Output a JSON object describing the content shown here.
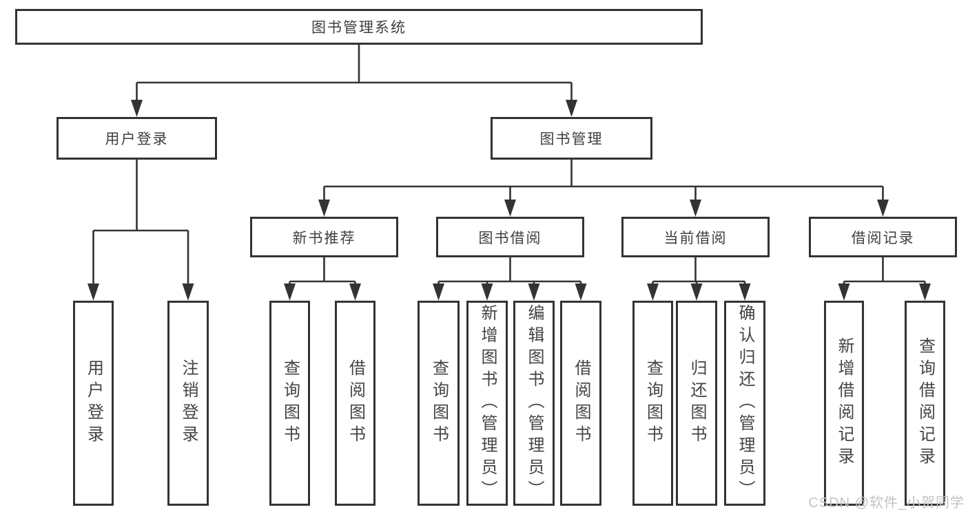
{
  "diagram": {
    "root": {
      "label": "图书管理系统"
    },
    "level2": [
      {
        "label": "用户登录"
      },
      {
        "label": "图书管理"
      }
    ],
    "level3": [
      {
        "label": "新书推荐"
      },
      {
        "label": "图书借阅"
      },
      {
        "label": "当前借阅"
      },
      {
        "label": "借阅记录"
      }
    ],
    "leaves": {
      "login": [
        "用户登录",
        "注销登录"
      ],
      "recommend": [
        "查询图书",
        "借阅图书"
      ],
      "borrow": [
        "查询图书",
        "新增图书（管理员）",
        "编辑图书（管理员）",
        "借阅图书"
      ],
      "current": [
        "查询图书",
        "归还图书",
        "确认归还（管理员）"
      ],
      "records": [
        "新增借阅记录",
        "查询借阅记录"
      ]
    },
    "line_color": "#333333"
  },
  "watermark": {
    "text": "CSDN @软件_小贺同学"
  }
}
